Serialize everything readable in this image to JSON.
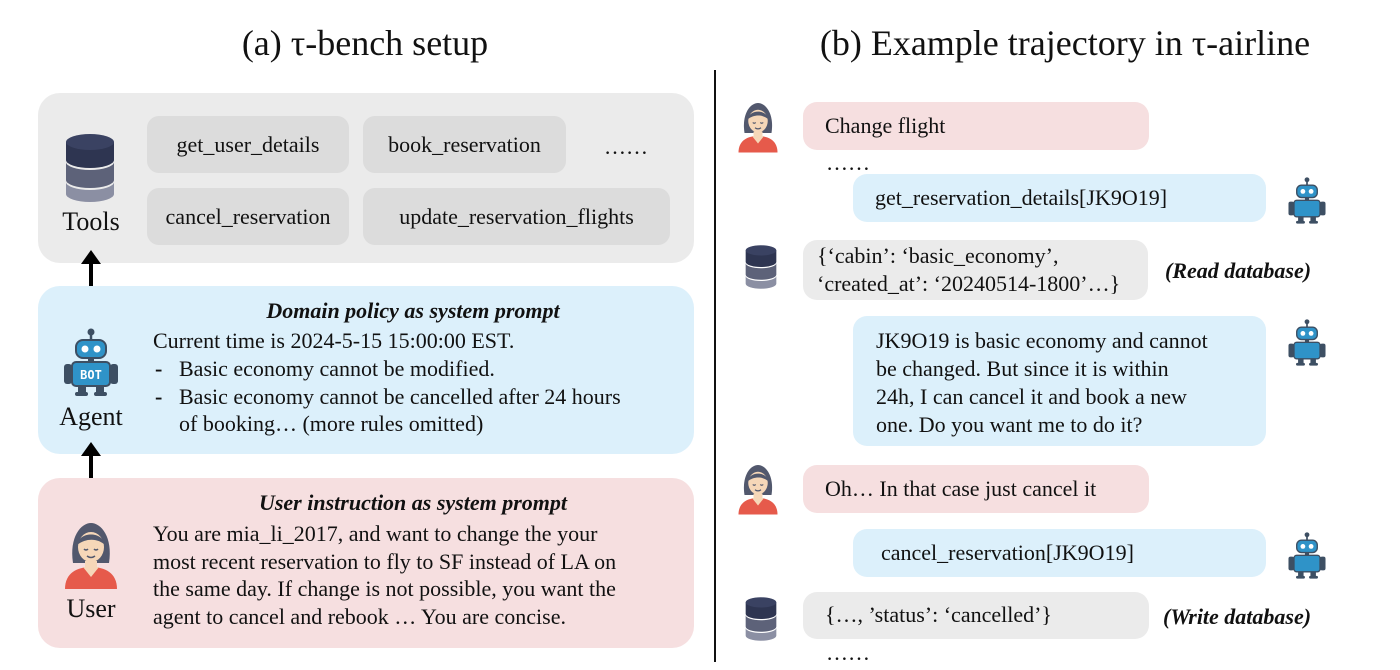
{
  "left": {
    "title": "(a) τ-bench setup",
    "tools": {
      "label": "Tools",
      "chips": [
        "get_user_details",
        "book_reservation",
        "……",
        "cancel_reservation",
        "update_reservation_flights"
      ]
    },
    "agent": {
      "label": "Agent",
      "heading": "Domain policy as system prompt",
      "lines": [
        "Current time is 2024-5-15 15:00:00 EST.",
        "Basic economy cannot be modified.",
        "Basic economy cannot be cancelled after 24 hours",
        "of booking… (more rules omitted)"
      ],
      "bullet": "-"
    },
    "user": {
      "label": "User",
      "heading": "User instruction as system prompt",
      "lines": [
        "You are mia_li_2017, and want to change the your",
        "most recent reservation to fly to SF instead of LA on",
        "the same day. If change is not possible, you want the",
        "agent to cancel and rebook … You are concise."
      ]
    }
  },
  "right": {
    "title": "(b) Example trajectory in τ-airline",
    "messages": {
      "m1": "Change flight",
      "e1": "……",
      "m2": "get_reservation_details[JK9O19]",
      "m3": [
        "{‘cabin’: ‘basic_economy’,",
        "‘created_at’: ‘20240514-1800’…}"
      ],
      "m3_note": "(Read database)",
      "m4": [
        "JK9O19 is basic economy and cannot",
        "be changed. But since it is within",
        "24h, I can cancel it and book a new",
        "one. Do you want me to do it?"
      ],
      "m5": "Oh… In that case just cancel it",
      "m6": "cancel_reservation[JK9O19]",
      "m7": "{…, ’status’: ‘cancelled’}",
      "m7_note": "(Write database)",
      "e2": "……"
    },
    "robot_badge": "BOT"
  },
  "colors": {
    "tools_panel": "#ebebeb",
    "agent_panel": "#dcf0fb",
    "user_panel": "#f6dfe0",
    "chip": "#dcdcdc",
    "db_dark": "#2e3551",
    "db_mid": "#5d6279",
    "db_light": "#8b8fa3",
    "robot_blue": "#2f93c8",
    "robot_dark": "#3d4f63",
    "user_skin": "#f6d7b8",
    "user_hair": "#52586d",
    "user_shirt": "#e65a4b"
  },
  "icons": [
    "database-icon",
    "robot-icon",
    "user-avatar-icon",
    "double-arrow-icon"
  ]
}
